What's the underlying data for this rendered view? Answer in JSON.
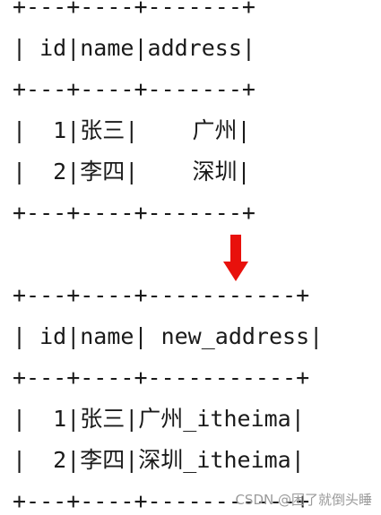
{
  "table_before": {
    "lines": [
      "+---+----+-------+",
      "| id|name|address|",
      "+---+----+-------+",
      "|  1|张三|    广州|",
      "|  2|李四|    深圳|",
      "+---+----+-------+"
    ]
  },
  "table_after": {
    "lines": [
      "+---+----+-----------+",
      "| id|name| new_address|",
      "+---+----+-----------+",
      "|  1|张三|广州_itheima|",
      "|  2|李四|深圳_itheima|",
      "+---+----+-----------+"
    ]
  },
  "arrow": {
    "icon": "down-arrow-icon",
    "color": "#e8110c"
  },
  "watermark": {
    "text": "CSDN @困了就倒头睡"
  }
}
